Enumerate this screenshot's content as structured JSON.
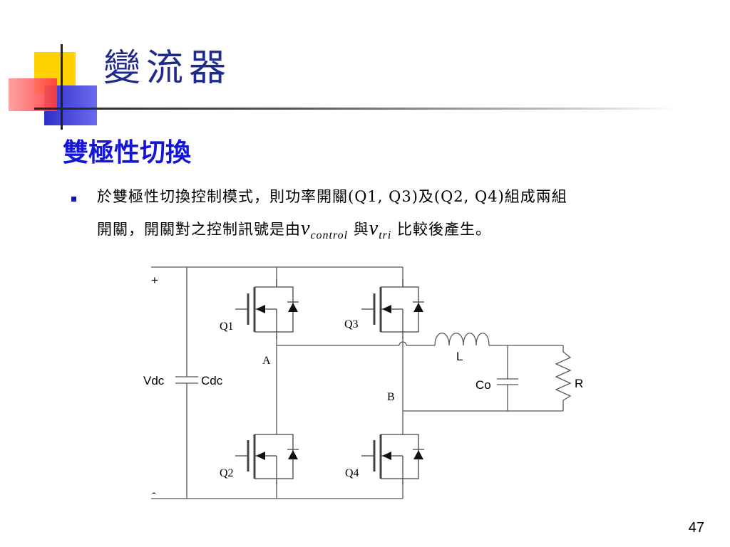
{
  "slide": {
    "title": "變流器",
    "subtitle": "雙極性切換",
    "bullet": {
      "line1": "於雙極性切換控制模式，則功率開關(Q1,  Q3)及(Q2,  Q4)組成兩組",
      "line2_before": "開關，開關對之控制訊號是由",
      "v_control_var": "v",
      "v_control_sub": "control",
      "connector": " 與",
      "v_tri_var": "v",
      "v_tri_sub": "tri",
      "line2_after": "  比較後產生。"
    },
    "page_number": "47"
  },
  "circuit": {
    "plus": "+",
    "minus": "-",
    "vdc": "Vdc",
    "cdc": "Cdc",
    "q1": "Q1",
    "q2": "Q2",
    "q3": "Q3",
    "q4": "Q4",
    "node_a": "A",
    "node_b": "B",
    "inductor": "L",
    "capacitor_out": "Co",
    "resistor": "R"
  },
  "colors": {
    "title": "#1f2a8c",
    "subtitle": "#1515d8",
    "deco_yellow": "#ffd200",
    "deco_red": "#ff4a4a",
    "deco_blue": "#3a3ad8"
  }
}
